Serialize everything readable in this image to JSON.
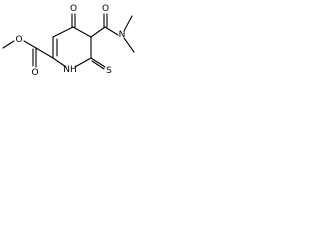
{
  "structure": {
    "atoms": {
      "ketone_oxygen": "O",
      "amide_oxygen": "O",
      "amide_nitrogen": "N",
      "ester_carbonyl_oxygen": "O",
      "ester_ether_oxygen": "O",
      "ring_nh": "NH",
      "thione_sulfur": "S"
    }
  }
}
